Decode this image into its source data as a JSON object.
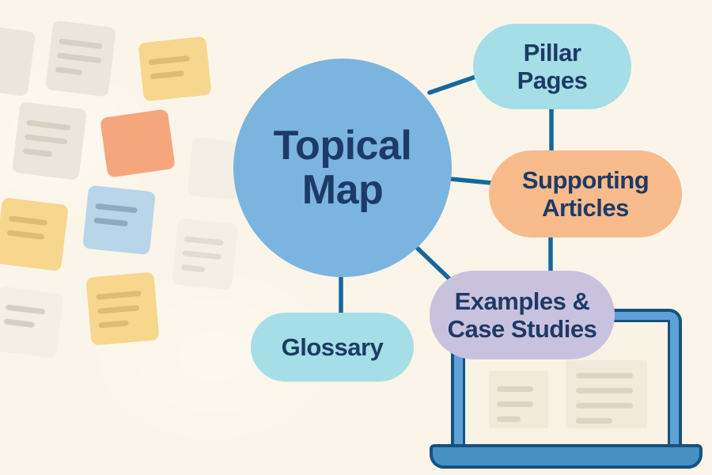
{
  "page": {
    "title": "Topical Map"
  },
  "colors": {
    "bg": "#FBF5E9",
    "ink": "#1E3A66",
    "connector": "#16689B",
    "circle_fill": "#7CB4E0",
    "teal_fill": "#A5DEE6",
    "orange_fill": "#F8BB8B",
    "lavender_fill": "#C9C2DF",
    "laptop_frame": "#5EA1D6",
    "laptop_base": "#4690C4",
    "laptop_outline": "#16527F",
    "screen_fill": "#F9F3E6",
    "doc_fill": "#F1EADB",
    "doc_line": "#DDD5C3",
    "note_yellow": "#F7D68E",
    "note_orange": "#F5A67D",
    "note_blue": "#B9D5E9",
    "note_gray": "#EBE6DB",
    "note_pale": "#F3EFE5",
    "note_line_gray": "#D7D0C2",
    "note_line_yellow": "#DFBC72",
    "note_line_blue": "#8FA9C2",
    "note_line_pale": "#E2DCCD"
  },
  "map": {
    "center": {
      "label": "Topical Map"
    },
    "nodes": [
      {
        "label": "Pillar Pages"
      },
      {
        "label": "Supporting Articles"
      },
      {
        "label": "Examples & Case Studies"
      },
      {
        "label": "Glossary"
      }
    ]
  }
}
